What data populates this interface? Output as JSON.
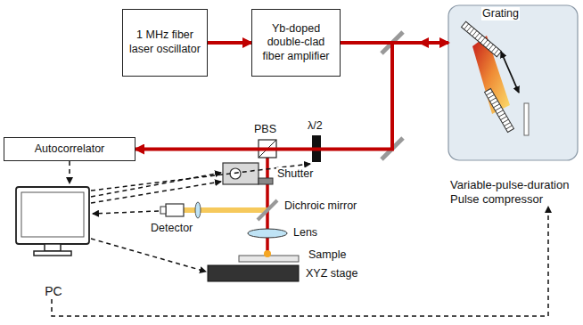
{
  "diagram": {
    "nodes": [
      {
        "text": [
          "1 MHz fiber laser oscillator"
        ]
      },
      {
        "text": [
          "Yb-doped double-clad fiber amplifier"
        ]
      },
      {
        "text": [
          "Variable-pulse-duration Pulse compressor"
        ]
      },
      {
        "text": [
          "Autocorrelator"
        ]
      },
      {
        "text": [
          "PC"
        ]
      }
    ],
    "edges": [
      {
        "from": 0,
        "to": 1,
        "arrow": "to"
      },
      {
        "from": 1,
        "to": 2,
        "arrow": "to"
      },
      {
        "from": 2,
        "to": 3,
        "arrow": "to"
      },
      {
        "from": 3,
        "to": 4,
        "arrow": "to"
      },
      {
        "from": 4,
        "to": 2,
        "arrow": "to"
      }
    ],
    "labels": [
      "Grating",
      "PBS",
      "λ/2",
      "Shutter",
      "Dichroic mirror",
      "Detector",
      "Lens",
      "Sample",
      "XYZ stage"
    ]
  }
}
